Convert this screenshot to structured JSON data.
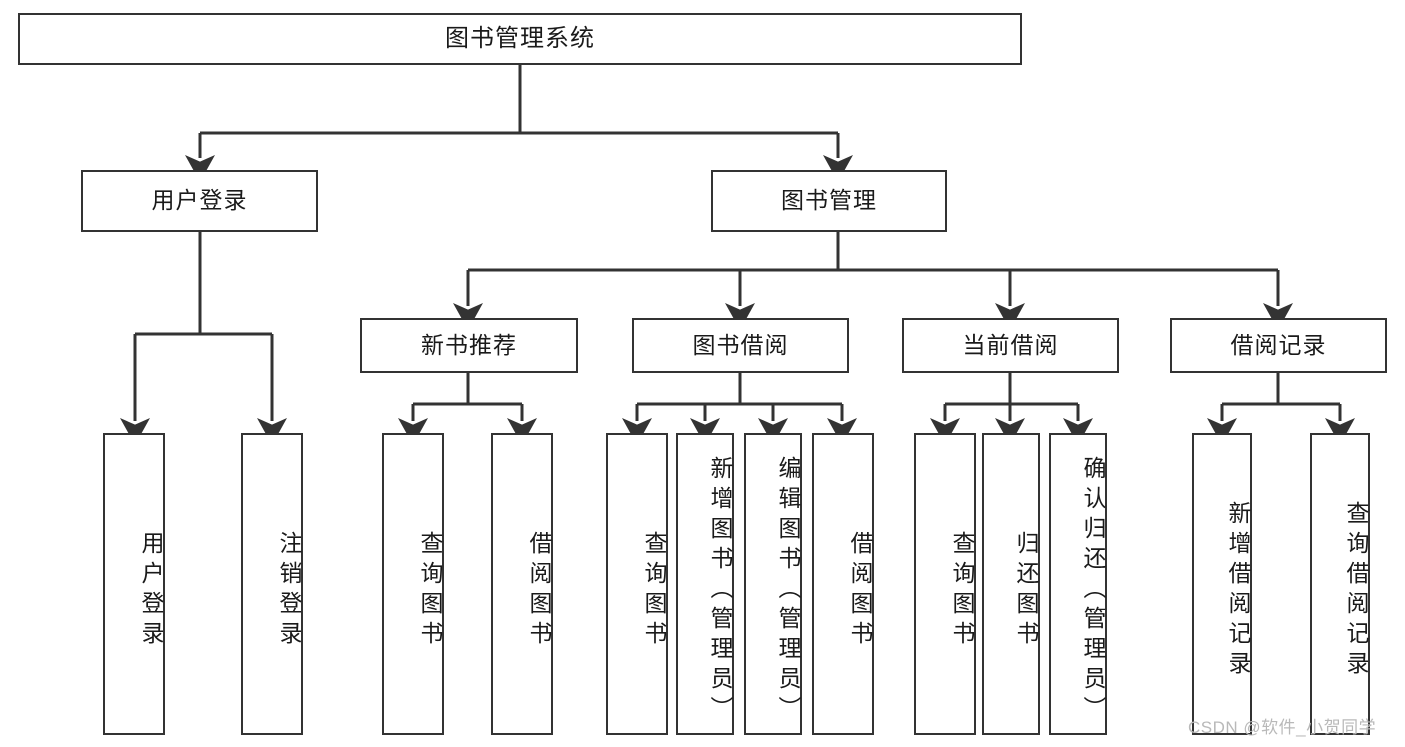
{
  "diagram": {
    "title": "图书管理系统",
    "type": "tree-hierarchy",
    "background": "#ffffff",
    "border_color": "#333333",
    "text_color": "#1a1a1a"
  },
  "nodes": {
    "root": {
      "label": "图书管理系统"
    },
    "level2": [
      {
        "id": "user-login",
        "label": "用户登录"
      },
      {
        "id": "book-management",
        "label": "图书管理"
      }
    ],
    "level3": [
      {
        "id": "new-book-recommend",
        "label": "新书推荐"
      },
      {
        "id": "book-borrow",
        "label": "图书借阅"
      },
      {
        "id": "current-borrow",
        "label": "当前借阅"
      },
      {
        "id": "borrow-record",
        "label": "借阅记录"
      }
    ],
    "leaves": {
      "user_login": [
        {
          "id": "leaf-user-login",
          "label": "用户登录"
        },
        {
          "id": "leaf-logout-login",
          "label": "注销登录"
        }
      ],
      "new_book_recommend": [
        {
          "id": "leaf-query-book-1",
          "label": "查询图书"
        },
        {
          "id": "leaf-borrow-book-1",
          "label": "借阅图书"
        }
      ],
      "book_borrow": [
        {
          "id": "leaf-query-book-2",
          "label": "查询图书"
        },
        {
          "id": "leaf-add-book",
          "label": "新增图书（管理员）"
        },
        {
          "id": "leaf-edit-book",
          "label": "编辑图书（管理员）"
        },
        {
          "id": "leaf-borrow-book-2",
          "label": "借阅图书"
        }
      ],
      "current_borrow": [
        {
          "id": "leaf-query-book-3",
          "label": "查询图书"
        },
        {
          "id": "leaf-return-book",
          "label": "归还图书"
        },
        {
          "id": "leaf-confirm-return",
          "label": "确认归还（管理员）"
        }
      ],
      "borrow_record": [
        {
          "id": "leaf-add-record",
          "label": "新增借阅记录"
        },
        {
          "id": "leaf-query-record",
          "label": "查询借阅记录"
        }
      ]
    }
  },
  "watermark": {
    "text": "CSDN @软件_小贺同学",
    "color": "#b9b9b9"
  }
}
